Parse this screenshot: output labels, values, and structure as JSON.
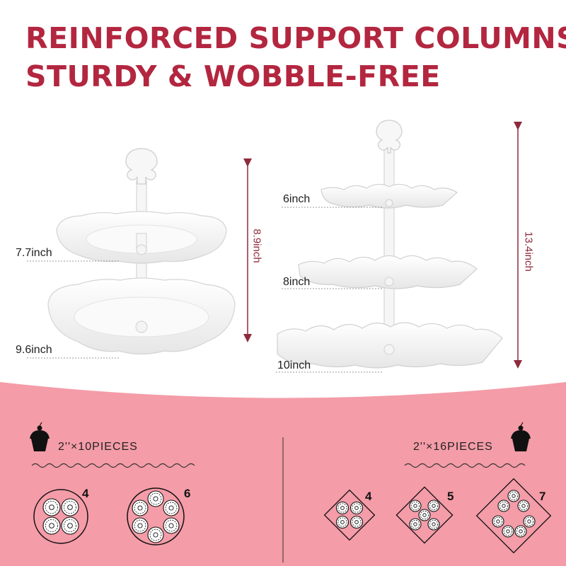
{
  "headline": {
    "line1": "REINFORCED SUPPORT COLUMNS",
    "line2": "STURDY & WOBBLE-FREE"
  },
  "colors": {
    "headline": "#b3263f",
    "band": "#f49ca8",
    "arrow": "#8e2a3c"
  },
  "stand_small": {
    "top_tier": "7.7inch",
    "bottom_tier": "9.6inch",
    "height": "8.9inch"
  },
  "stand_large": {
    "top_tier": "6inch",
    "middle_tier": "8inch",
    "bottom_tier": "10inch",
    "height": "13.4inch"
  },
  "capacity_round": {
    "icon": "cupcake-icon",
    "label": "2''×10PIECES",
    "tier_counts": [
      "4",
      "6"
    ]
  },
  "capacity_square": {
    "icon": "cupcake-icon",
    "label": "2''×16PIECES",
    "tier_counts": [
      "4",
      "5",
      "7"
    ]
  }
}
